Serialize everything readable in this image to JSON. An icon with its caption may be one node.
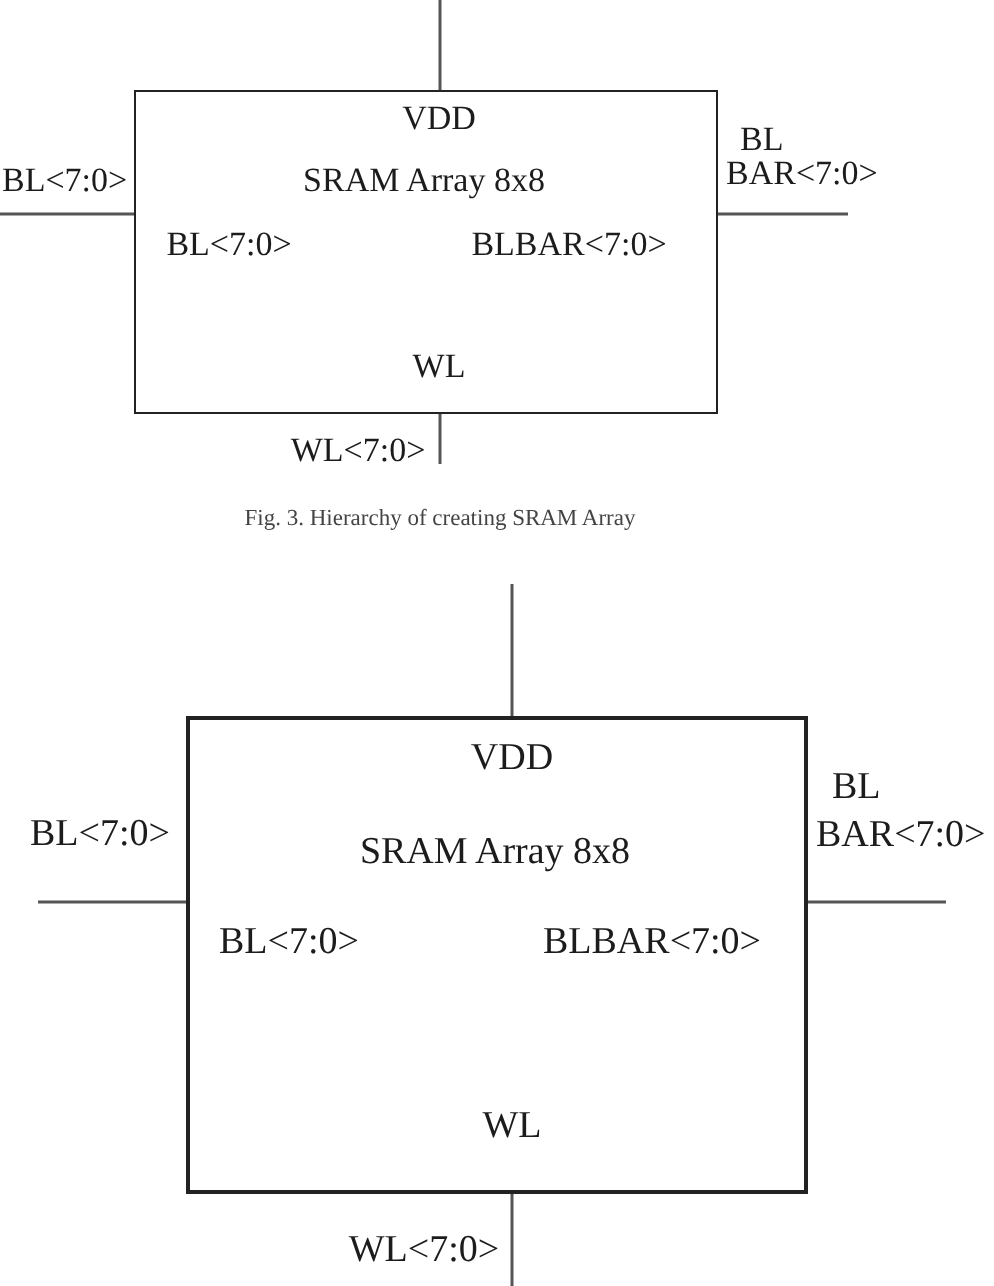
{
  "diagram": {
    "caption": "Fig. 3. Hierarchy of creating SRAM Array",
    "nodes": [
      {
        "text": [
          "VDD",
          "SRAM Array 8x8",
          "BL<7:0>",
          "BLBAR<7:0>",
          "WL"
        ]
      },
      {
        "text": [
          "VDD",
          "SRAM Array 8x8",
          "BL<7:0>",
          "BLBAR<7:0>",
          "WL"
        ]
      }
    ],
    "edges": [
      {
        "from": null,
        "to": 0,
        "arrow": "none"
      },
      {
        "from": null,
        "to": 0,
        "arrow": "none",
        "label": "BL<7:0>"
      },
      {
        "from": null,
        "to": 0,
        "arrow": "none",
        "label": "BL BAR<7:0>"
      },
      {
        "from": null,
        "to": 0,
        "arrow": "none",
        "label": "WL<7:0>"
      },
      {
        "from": null,
        "to": 1,
        "arrow": "none"
      },
      {
        "from": null,
        "to": 1,
        "arrow": "none",
        "label": "BL<7:0>"
      },
      {
        "from": null,
        "to": 1,
        "arrow": "none",
        "label": "BL BAR<7:0>"
      },
      {
        "from": null,
        "to": 1,
        "arrow": "none",
        "label": "WL<7:0>"
      }
    ]
  }
}
